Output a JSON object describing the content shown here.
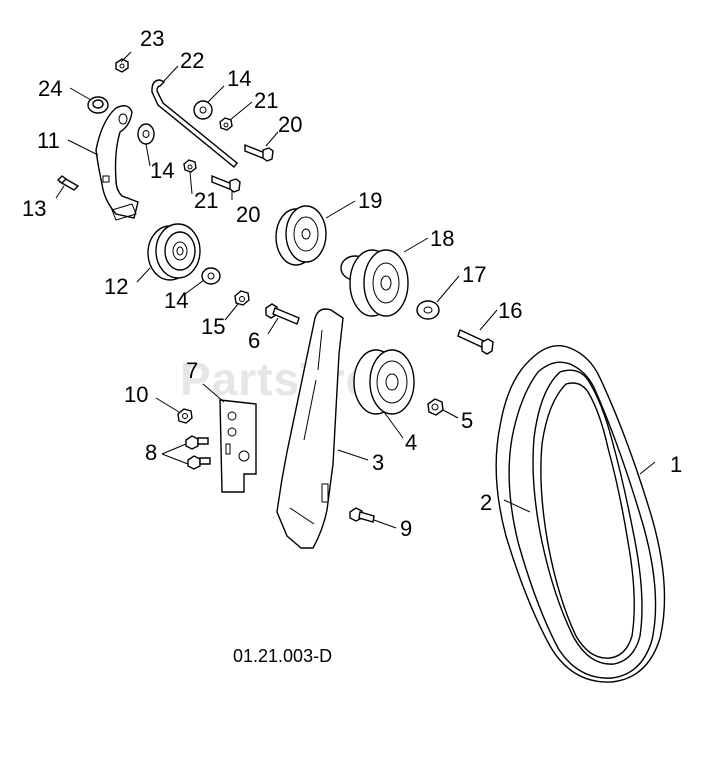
{
  "diagram": {
    "drawing_code": "01.21.003-D",
    "watermark_text": "PartsTree",
    "callouts": [
      {
        "id": "c1",
        "label": "1"
      },
      {
        "id": "c2",
        "label": "2"
      },
      {
        "id": "c3",
        "label": "3"
      },
      {
        "id": "c4",
        "label": "4"
      },
      {
        "id": "c5",
        "label": "5"
      },
      {
        "id": "c6",
        "label": "6"
      },
      {
        "id": "c7",
        "label": "7"
      },
      {
        "id": "c8",
        "label": "8"
      },
      {
        "id": "c9",
        "label": "9"
      },
      {
        "id": "c10",
        "label": "10"
      },
      {
        "id": "c11",
        "label": "11"
      },
      {
        "id": "c12",
        "label": "12"
      },
      {
        "id": "c13",
        "label": "13"
      },
      {
        "id": "c14a",
        "label": "14"
      },
      {
        "id": "c14b",
        "label": "14"
      },
      {
        "id": "c14c",
        "label": "14"
      },
      {
        "id": "c15",
        "label": "15"
      },
      {
        "id": "c16",
        "label": "16"
      },
      {
        "id": "c17",
        "label": "17"
      },
      {
        "id": "c18",
        "label": "18"
      },
      {
        "id": "c19",
        "label": "19"
      },
      {
        "id": "c20a",
        "label": "20"
      },
      {
        "id": "c20b",
        "label": "20"
      },
      {
        "id": "c21a",
        "label": "21"
      },
      {
        "id": "c21b",
        "label": "21"
      },
      {
        "id": "c22",
        "label": "22"
      },
      {
        "id": "c23",
        "label": "23"
      },
      {
        "id": "c24",
        "label": "24"
      }
    ]
  }
}
